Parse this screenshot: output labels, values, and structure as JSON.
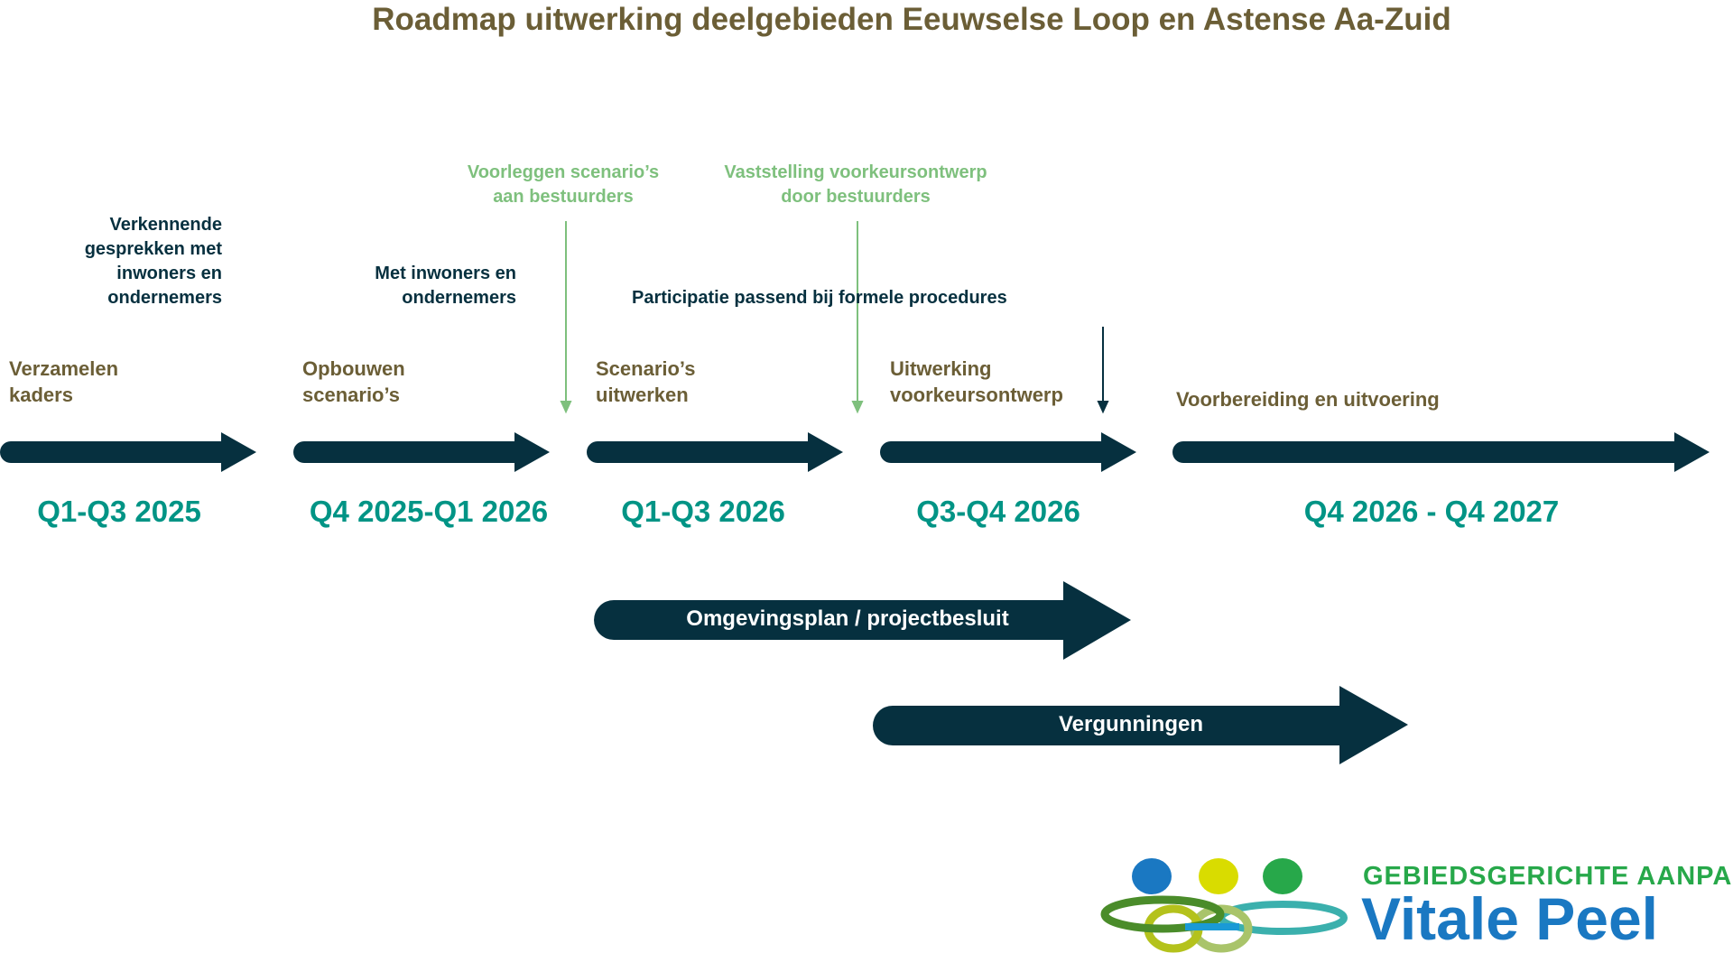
{
  "title": "Roadmap uitwerking deelgebieden Eeuwselse Loop en Astense Aa-Zuid",
  "phases": [
    {
      "label_lines": [
        "Verzamelen",
        "kaders"
      ],
      "period": "Q1-Q3 2025"
    },
    {
      "label_lines": [
        "Opbouwen",
        "scenario’s"
      ],
      "period": "Q4 2025-Q1 2026"
    },
    {
      "label_lines": [
        "Scenario’s",
        "uitwerken"
      ],
      "period": "Q1-Q3 2026"
    },
    {
      "label_lines": [
        "Uitwerking",
        "voorkeursontwerp"
      ],
      "period": "Q3-Q4 2026"
    },
    {
      "label_lines": [
        "Voorbereiding en uitvoering"
      ],
      "period": "Q4 2026 - Q4 2027"
    }
  ],
  "notes": {
    "verkennend": [
      "Verkennende",
      "gesprekken met",
      "inwoners en",
      "ondernemers"
    ],
    "met_inwoners": [
      "Met inwoners en",
      "ondernemers"
    ],
    "participatie": "Participatie passend bij formele procedures"
  },
  "milestones": [
    {
      "lines": [
        "Voorleggen scenario’s",
        "aan bestuurders"
      ]
    },
    {
      "lines": [
        "Vaststelling voorkeursontwerp",
        "door bestuurders"
      ]
    }
  ],
  "tracks": {
    "omgevingsplan": "Omgevingsplan / projectbesluit",
    "vergunningen": "Vergunningen"
  },
  "logo": {
    "tagline": "GEBIEDSGERICHTE AANPAK",
    "name": "Vitale Peel"
  },
  "colors": {
    "arrow": "#06303f",
    "period": "#009485",
    "phase": "#6b5e36",
    "milestone": "#7ec07d"
  }
}
